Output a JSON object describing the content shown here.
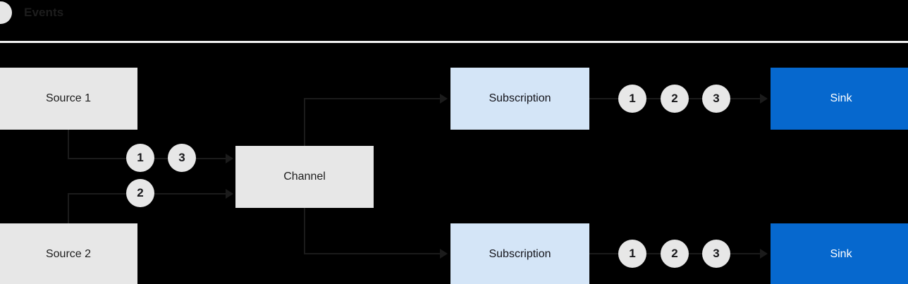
{
  "legend": {
    "icon": "event-circle-icon",
    "label": "Events"
  },
  "colors": {
    "source_fill": "#e7e7e7",
    "channel_fill": "#e7e7e7",
    "subscription_fill": "#d4e5f7",
    "sink_fill": "#0668ce",
    "event_circle_fill": "#e7e7e7",
    "wire": "#1b1b1b",
    "background": "#000000",
    "divider": "#f2f2f2"
  },
  "nodes": {
    "source_1": "Source 1",
    "source_2": "Source 2",
    "channel": "Channel",
    "subscription_top": "Subscription",
    "subscription_bottom": "Subscription",
    "sink_top": "Sink",
    "sink_bottom": "Sink"
  },
  "events": {
    "source1_to_channel": [
      "1",
      "3"
    ],
    "source2_to_channel": [
      "2"
    ],
    "subscription_top_to_sink": [
      "1",
      "2",
      "3"
    ],
    "subscription_bottom_to_sink": [
      "1",
      "2",
      "3"
    ]
  }
}
